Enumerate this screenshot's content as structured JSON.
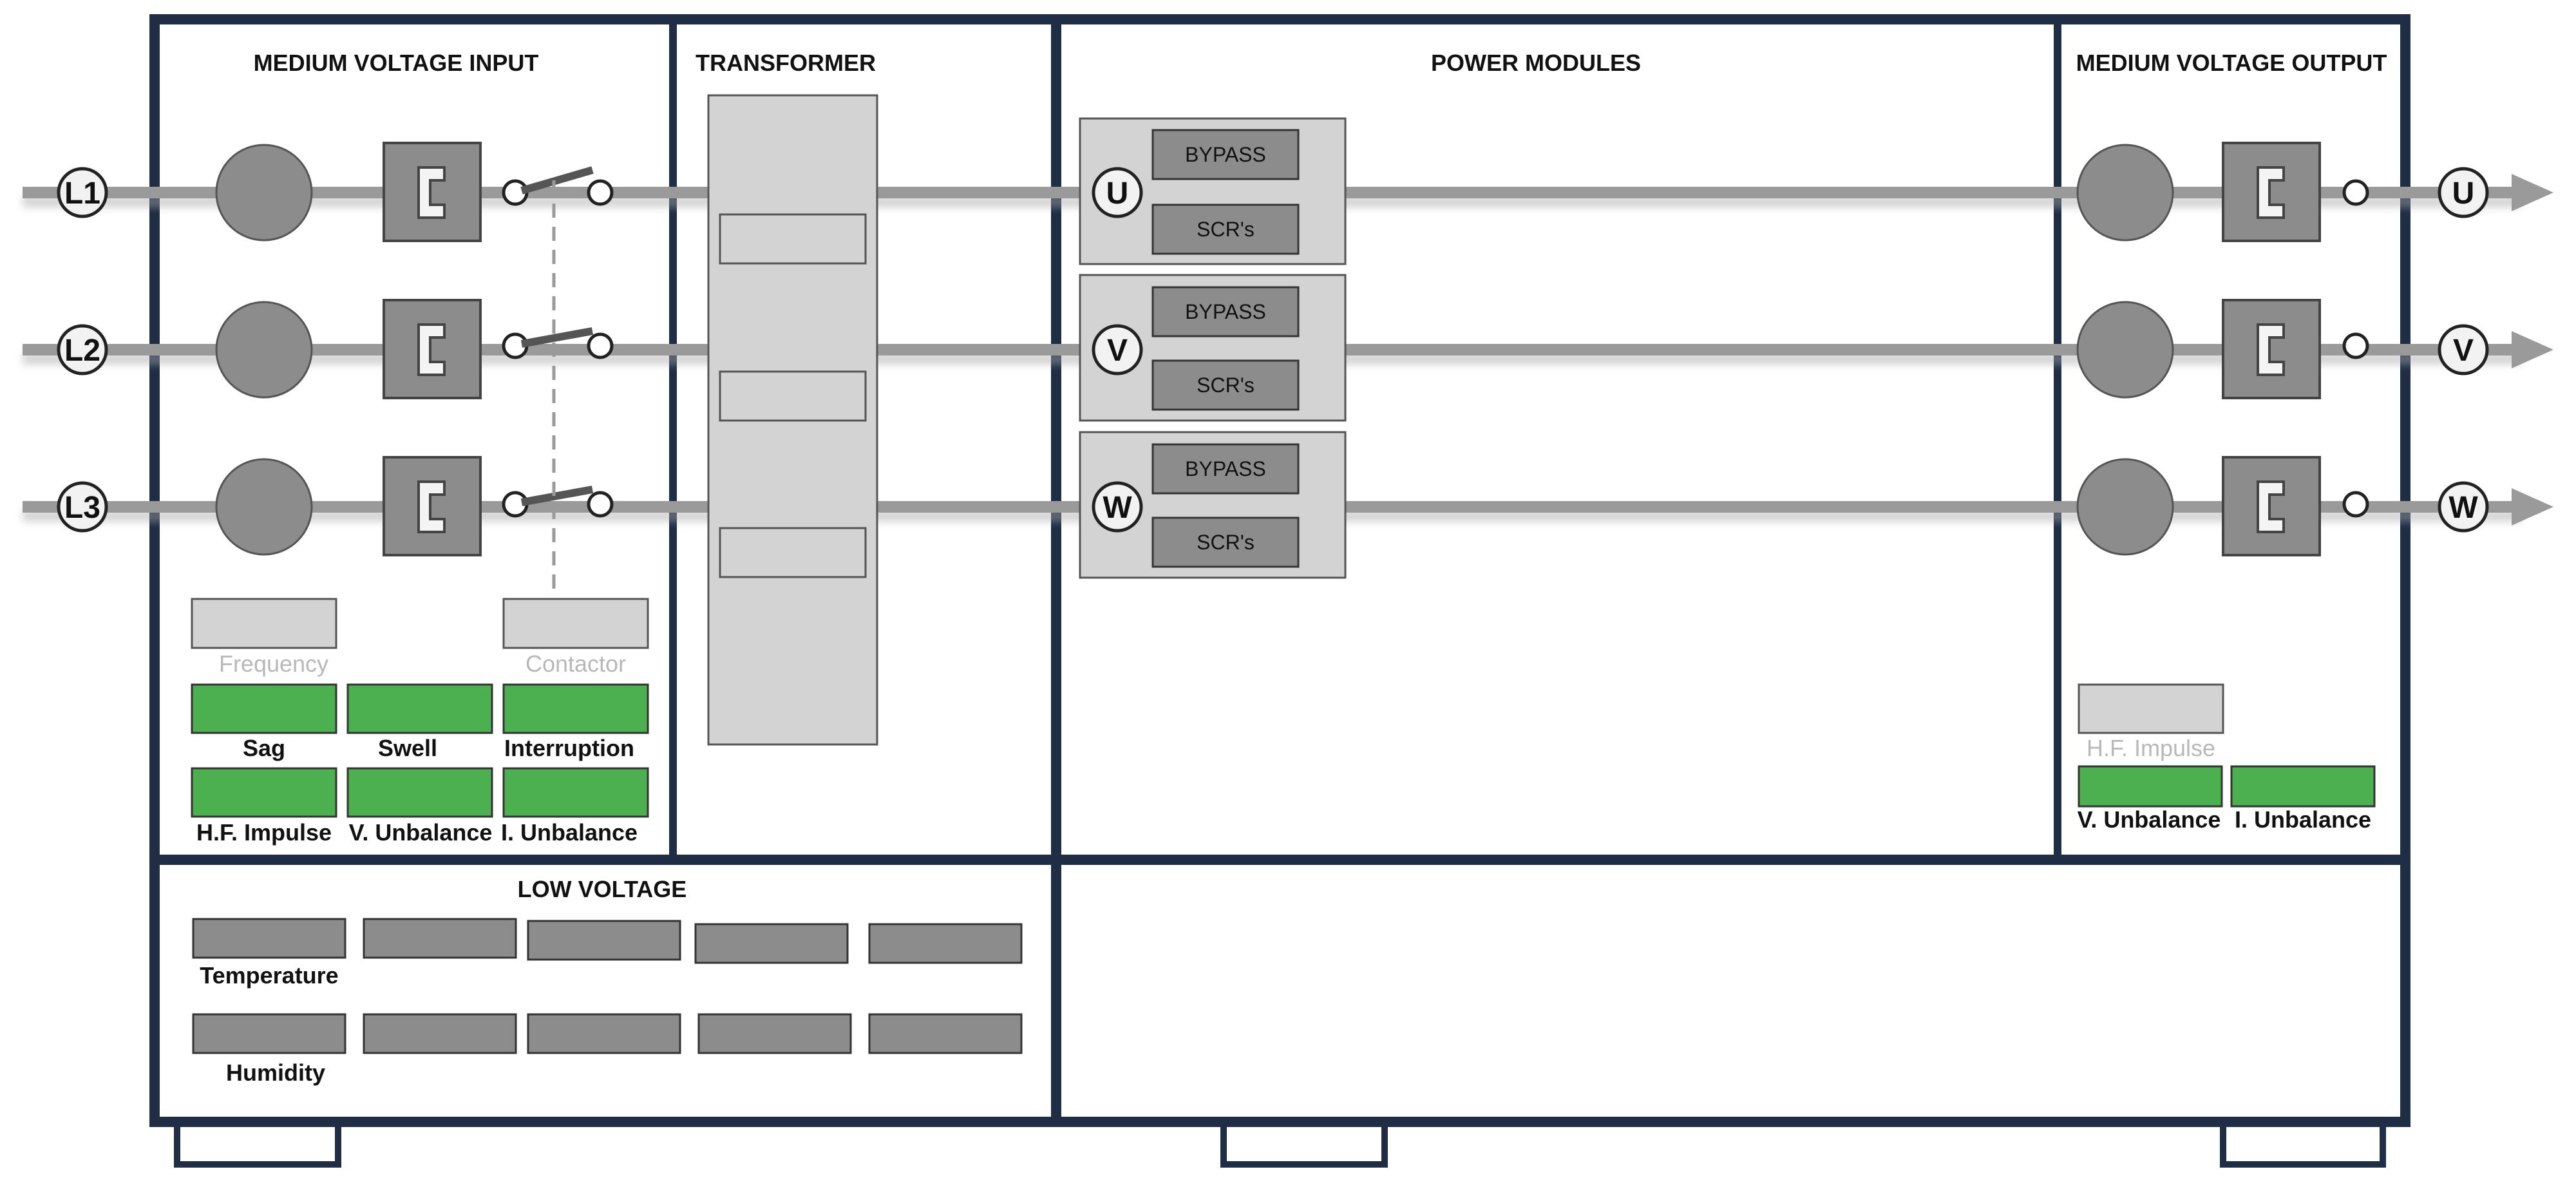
{
  "colors": {
    "frame": "#1f2d45",
    "line": "#9a9a9a",
    "device": "#8c8c8c",
    "panel": "#d3d3d3",
    "status_ok": "#4caf50",
    "muted_text": "#b8b8b8"
  },
  "sections": {
    "mv_input": "MEDIUM VOLTAGE INPUT",
    "transformer": "TRANSFORMER",
    "power_modules": "POWER MODULES",
    "mv_output": "MEDIUM VOLTAGE OUTPUT",
    "low_voltage": "LOW VOLTAGE"
  },
  "input_phases": [
    "L1",
    "L2",
    "L3"
  ],
  "output_phases": [
    "U",
    "V",
    "W"
  ],
  "modules": [
    {
      "phase": "U",
      "bypass": "BYPASS",
      "scr": "SCR's"
    },
    {
      "phase": "V",
      "bypass": "BYPASS",
      "scr": "SCR's"
    },
    {
      "phase": "W",
      "bypass": "BYPASS",
      "scr": "SCR's"
    }
  ],
  "input_indicators": {
    "frequency": "Frequency",
    "contactor": "Contactor",
    "sag": "Sag",
    "swell": "Swell",
    "interruption": "Interruption",
    "hf_impulse": "H.F. Impulse",
    "v_unbalance": "V. Unbalance",
    "i_unbalance": "I. Unbalance"
  },
  "output_indicators": {
    "hf_impulse": "H.F. Impulse",
    "v_unbalance": "V. Unbalance",
    "i_unbalance": "I. Unbalance"
  },
  "low_voltage_sensors": {
    "temperature": "Temperature",
    "humidity": "Humidity"
  }
}
